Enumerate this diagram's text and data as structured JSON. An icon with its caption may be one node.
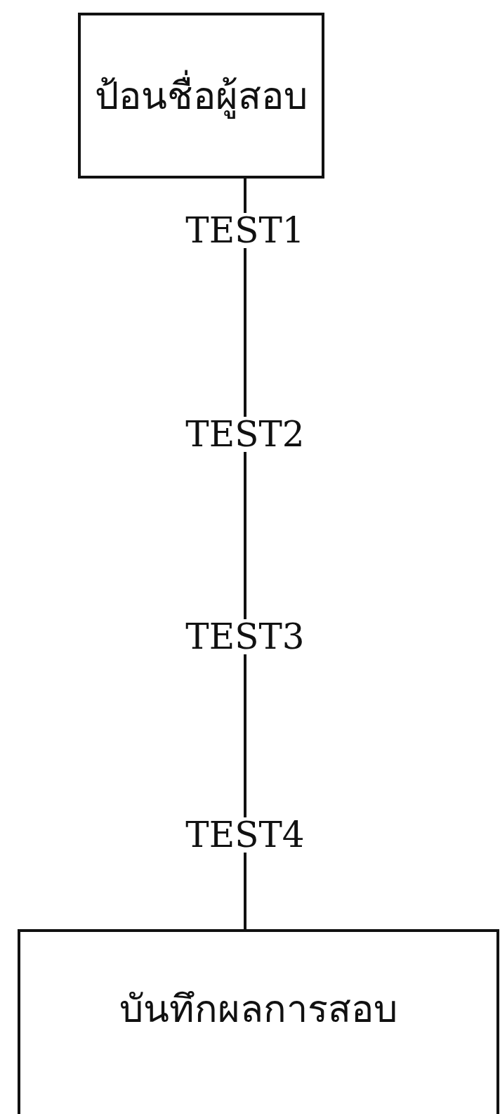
{
  "diagram": {
    "nodes": [
      {
        "text": [
          "ป้อนชื่อผู้สอบ"
        ]
      },
      {
        "text": [
          "TEST1"
        ]
      },
      {
        "text": [
          "TEST2"
        ]
      },
      {
        "text": [
          "TEST3"
        ]
      },
      {
        "text": [
          "TEST4"
        ]
      },
      {
        "text": [
          "บันทึกผลการสอบ"
        ]
      }
    ],
    "edges": [
      {
        "from": 0,
        "to": 1,
        "arrow": "none"
      },
      {
        "from": 1,
        "to": 2,
        "arrow": "none"
      },
      {
        "from": 2,
        "to": 3,
        "arrow": "none"
      },
      {
        "from": 3,
        "to": 4,
        "arrow": "none"
      },
      {
        "from": 4,
        "to": 5,
        "arrow": "none"
      }
    ]
  }
}
